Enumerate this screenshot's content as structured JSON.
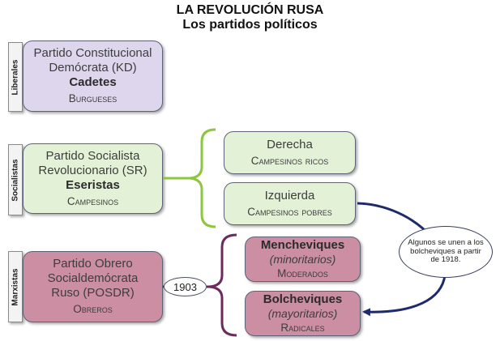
{
  "header": {
    "title": "LA REVOLUCIÓN RUSA",
    "subtitle": "Los partidos políticos"
  },
  "groups": {
    "liberales": "Liberales",
    "socialistas": "Socialistas",
    "marxistas": "Marxistas"
  },
  "kd": {
    "line1": "Partido Constitucional",
    "line2": "Demócrata (KD)",
    "name": "Cadetes",
    "base": "Burgueses"
  },
  "sr": {
    "line1": "Partido Socialista",
    "line2": "Revolucionario  (SR)",
    "name": "Eseristas",
    "base": "Campesinos"
  },
  "sr_right": {
    "name": "Derecha",
    "base": "Campesinos ricos"
  },
  "sr_left": {
    "name": "Izquierda",
    "base": "Campesinos pobres"
  },
  "posdr": {
    "line1": "Partido Obrero",
    "line2": "Socialdemócrata",
    "line3": "Ruso  (POSDR)",
    "base": "Obreros"
  },
  "year": "1903",
  "mencheviques": {
    "name": "Mencheviques",
    "meaning": "(minoritarios)",
    "base": "Moderados"
  },
  "bolcheviques": {
    "name": "Bolcheviques",
    "meaning": "(mayoritarios)",
    "base": "Radicales"
  },
  "note": "Algunos se unen a los bolcheviques a partir de 1918.",
  "colors": {
    "liberal_fill": "#ddd6ec",
    "socialist_fill": "#e3f2d7",
    "marxist_fill": "#cc8ea3",
    "green_brace": "#8dc63f",
    "purple_brace": "#6d2a5a",
    "arrow": "#1f2a6b"
  }
}
